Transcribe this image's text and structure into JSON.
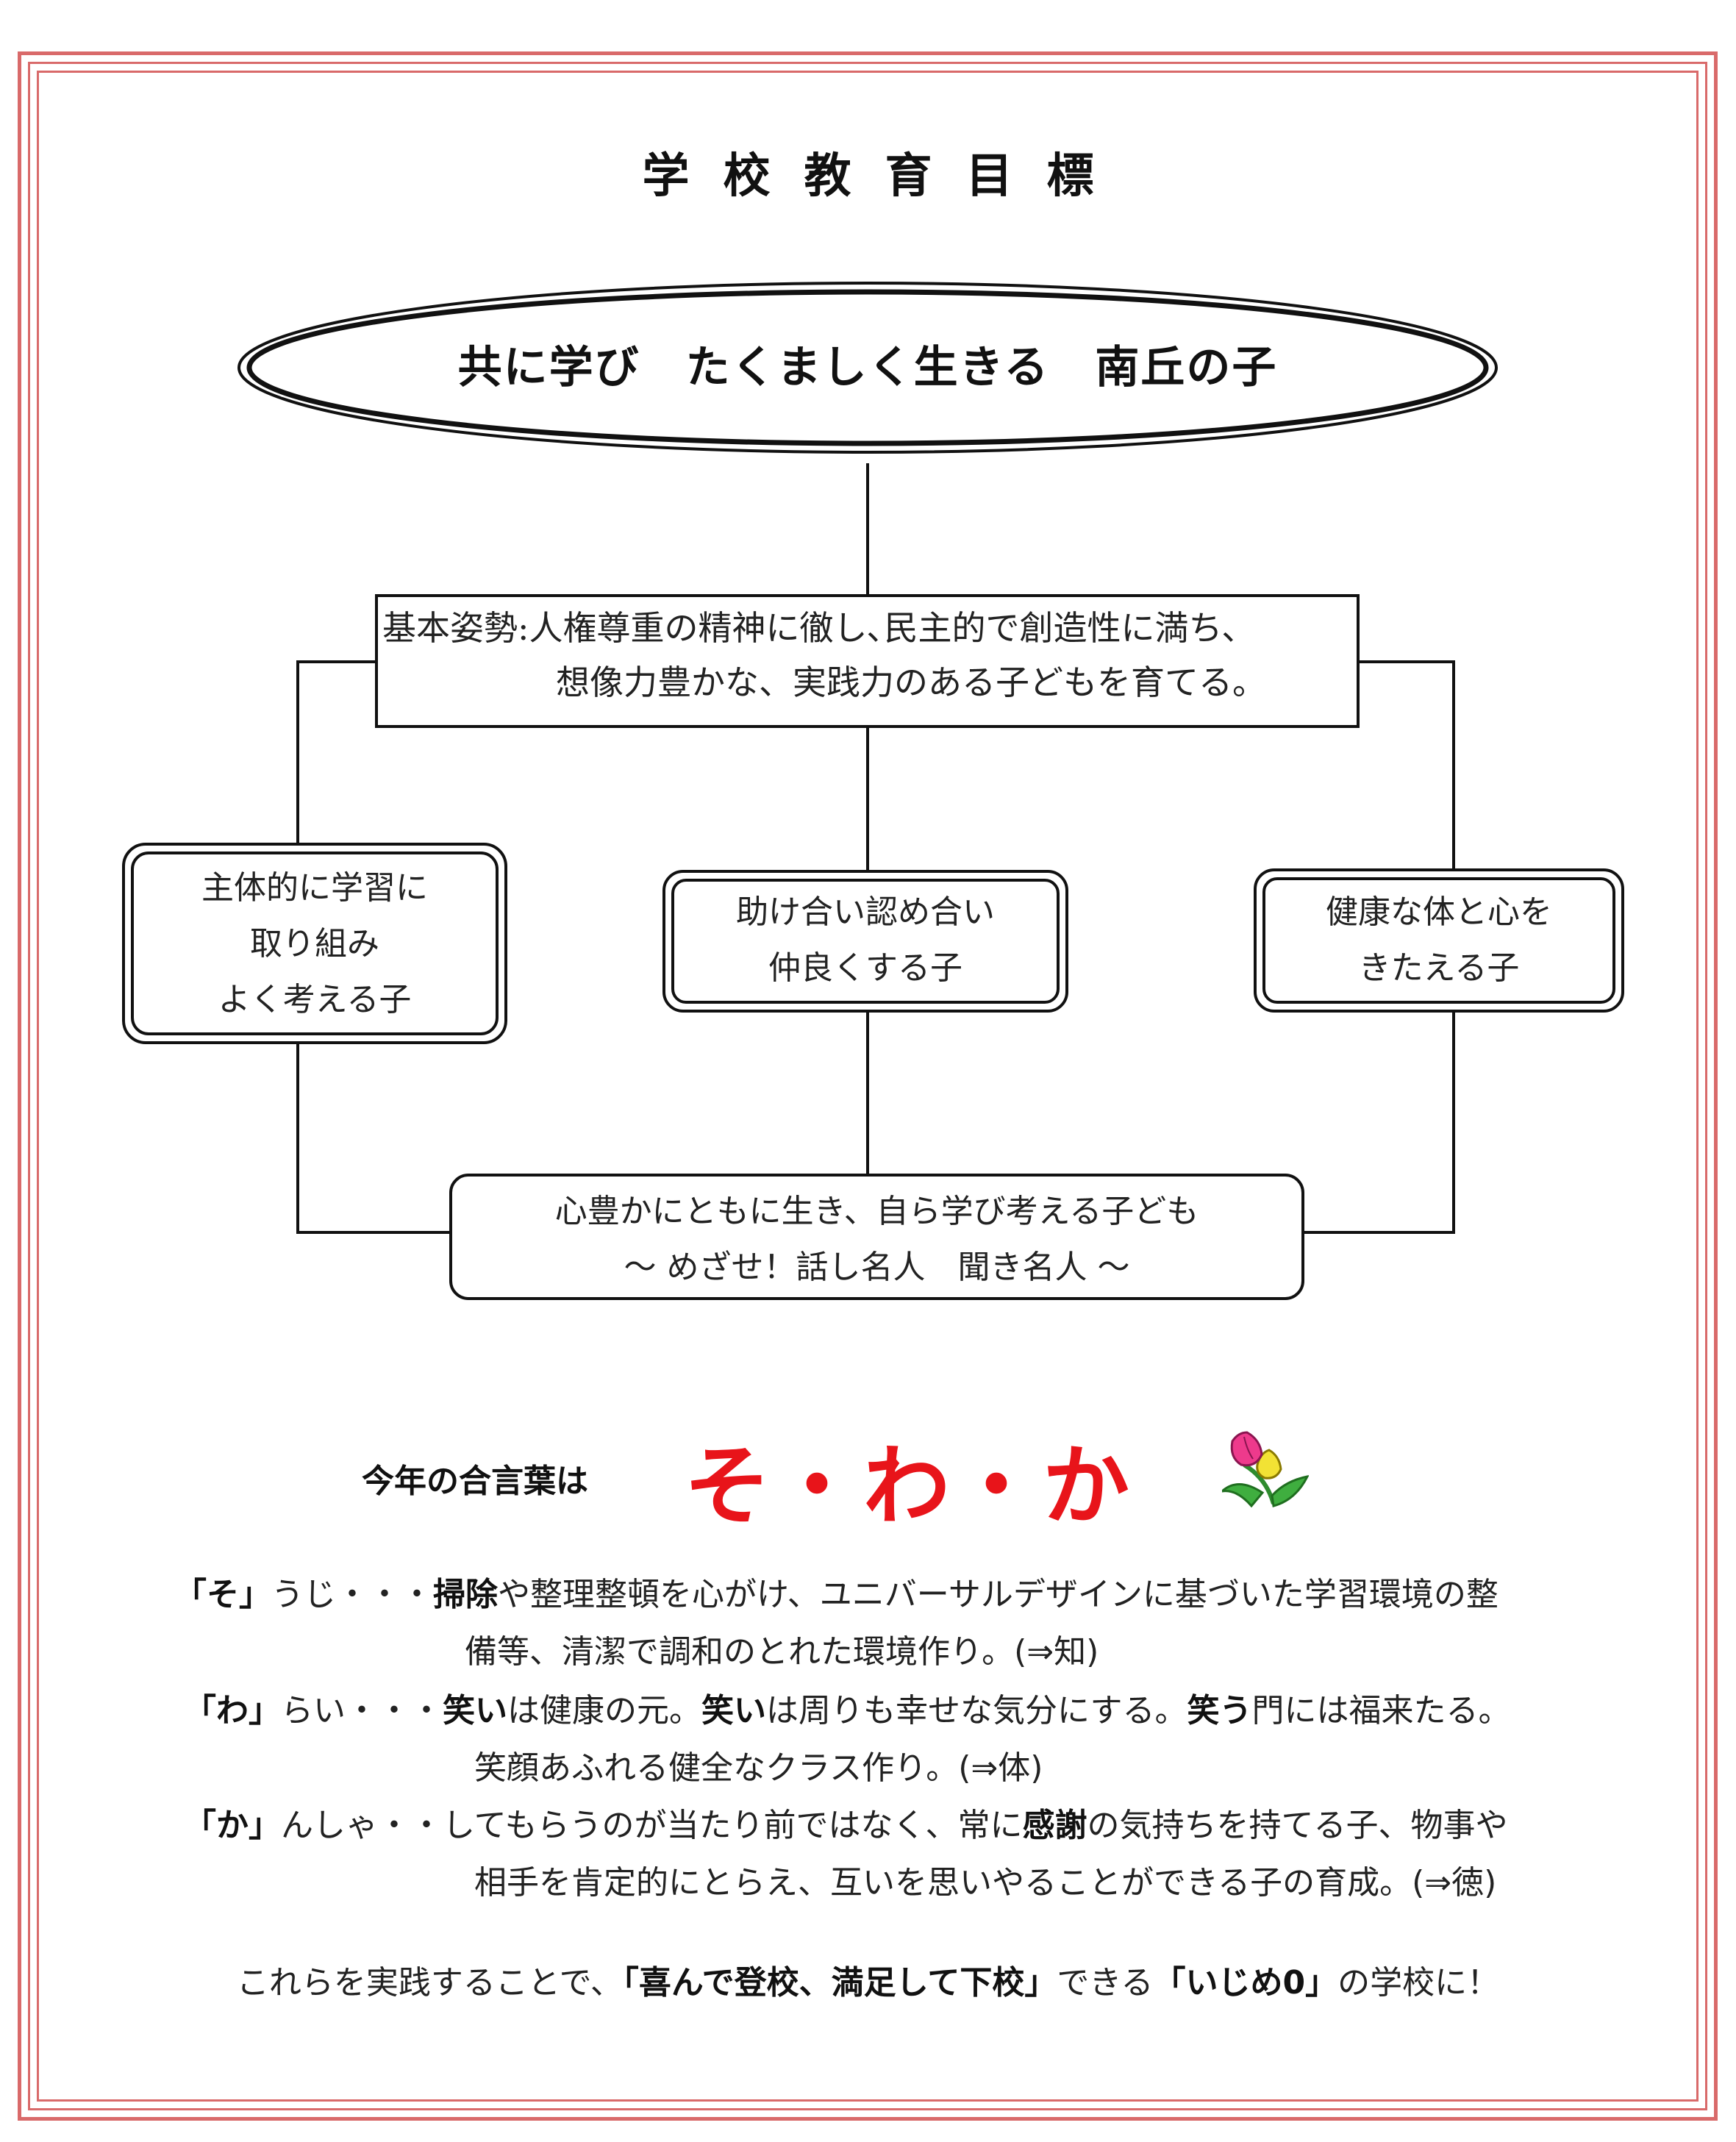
{
  "title": "学校教育目標",
  "motto": "共に学び　たくましく生きる　南丘の子",
  "policy": {
    "line1": "基本姿勢:人権尊重の精神に徹し､民主的で創造性に満ち､",
    "line2": "想像力豊かな、実践力のある子どもを育てる。"
  },
  "goals": {
    "left": [
      "主体的に学習に",
      "取り組み",
      "よく考える子"
    ],
    "center": [
      "助け合い認め合い",
      "仲良くする子"
    ],
    "right": [
      "健康な体と心を",
      "きたえる子"
    ]
  },
  "ideal": {
    "line1": "心豊かにともに生き、自ら学び考える子ども",
    "line2": "～ めざせ！話し名人　聞き名人 ～"
  },
  "aikotoba": {
    "label": "今年の合言葉は",
    "word": "そ・わ・か",
    "icon": "tulip-icon"
  },
  "items": {
    "so": {
      "key": "「そ」",
      "lead": "うじ・・・",
      "bold1": "掃除",
      "text1": "や整理整頓を心がけ、ユニバーサルデザインに基づいた学習環境の整",
      "line2": "備等、清潔で調和のとれた環境作り。(⇒知)"
    },
    "wa": {
      "key": "「わ」",
      "lead": "らい・・・",
      "bold1": "笑い",
      "text1": "は健康の元。",
      "bold2": "笑い",
      "text2": "は周りも幸せな気分にする。",
      "bold3": "笑う",
      "text3": "門には福来たる。",
      "line2": "笑顔あふれる健全なクラス作り。(⇒体)"
    },
    "ka": {
      "key": "「か」",
      "lead": "んしゃ・・",
      "text0": "してもらうのが当たり前ではなく、常に",
      "bold1": "感謝",
      "text1": "の気持ちを持てる子、物事や",
      "line2": "相手を肯定的にとらえ、互いを思いやることができる子の育成。(⇒徳)"
    }
  },
  "closing": {
    "pre": "これらを実践することで、",
    "bold1": "「喜んで登校、満足して下校」",
    "mid": "できる",
    "bold2": "「いじめ0」",
    "post": "の学校に！"
  },
  "colors": {
    "frame": "#d96a6a",
    "accent_red": "#e8141a"
  }
}
